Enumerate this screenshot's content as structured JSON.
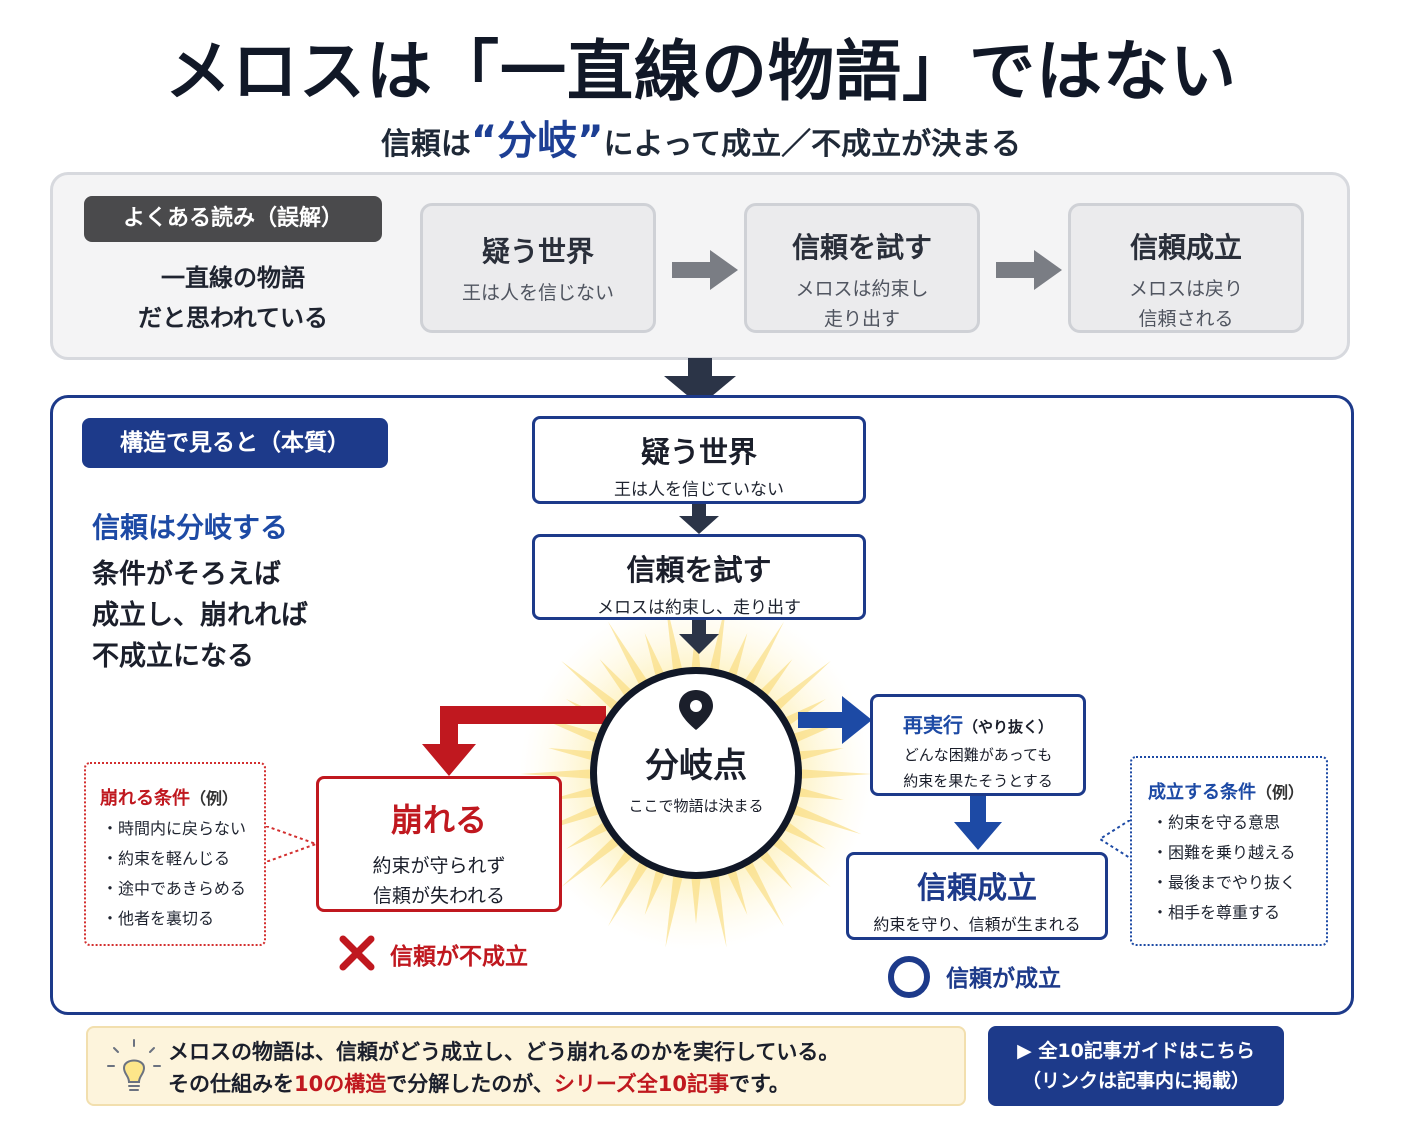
{
  "title": "メロスは「一直線の物語」ではない",
  "subtitle": {
    "pre": "信頼は",
    "highlight": "“分岐”",
    "post": "によって成立／不成立が決まる"
  },
  "misreading": {
    "badge": "よくある読み（誤解）",
    "desc_line1": "一直線の物語",
    "desc_line2": "だと思われている",
    "steps": [
      {
        "title": "疑う世界",
        "line1": "王は人を信じない",
        "line2": ""
      },
      {
        "title": "信頼を試す",
        "line1": "メロスは約束し",
        "line2": "走り出す"
      },
      {
        "title": "信頼成立",
        "line1": "メロスは戻り",
        "line2": "信頼される"
      }
    ]
  },
  "structure": {
    "badge": "構造で見ると（本質）",
    "lead_blue": "信頼は分岐する",
    "lead_lines": [
      "条件がそろえば",
      "成立し、崩れれば",
      "不成立になる"
    ],
    "step1": {
      "title": "疑う世界",
      "sub": "王は人を信じていない"
    },
    "step2": {
      "title": "信頼を試す",
      "sub": "メロスは約束し、走り出す"
    },
    "branch": {
      "title": "分岐点",
      "sub": "ここで物語は決まる"
    },
    "fail": {
      "title": "崩れる",
      "line1": "約束が守られず",
      "line2": "信頼が失われる",
      "result": "信頼が不成立",
      "cond_title": "崩れる条件",
      "cond_suffix": "（例）",
      "conds": [
        "・時間内に戻らない",
        "・約束を軽んじる",
        "・途中であきらめる",
        "・他者を裏切る"
      ]
    },
    "retry": {
      "title": "再実行",
      "title_suffix": "（やり抜く）",
      "line1": "どんな困難があっても",
      "line2": "約束を果たそうとする"
    },
    "success": {
      "title": "信頼成立",
      "sub": "約束を守り、信頼が生まれる",
      "result": "信頼が成立",
      "cond_title": "成立する条件",
      "cond_suffix": "（例）",
      "conds": [
        "・約束を守る意思",
        "・困難を乗り越える",
        "・最後までやり抜く",
        "・相手を尊重する"
      ]
    }
  },
  "footer": {
    "line1": "メロスの物語は、信頼がどう成立し、どう崩れるのかを実行している。",
    "line2_a": "その仕組みを",
    "line2_b": "10の構造",
    "line2_c": "で分解したのが、",
    "line2_d": "シリーズ全10記事",
    "line2_e": "です。",
    "button_line1": "▶ 全10記事ガイドはこちら",
    "button_line2": "（リンクは記事内に掲載）"
  },
  "colors": {
    "navy": "#1d3a8a",
    "red": "#c0181f",
    "gray": "#7a7d84",
    "gold": "#f5c542"
  }
}
